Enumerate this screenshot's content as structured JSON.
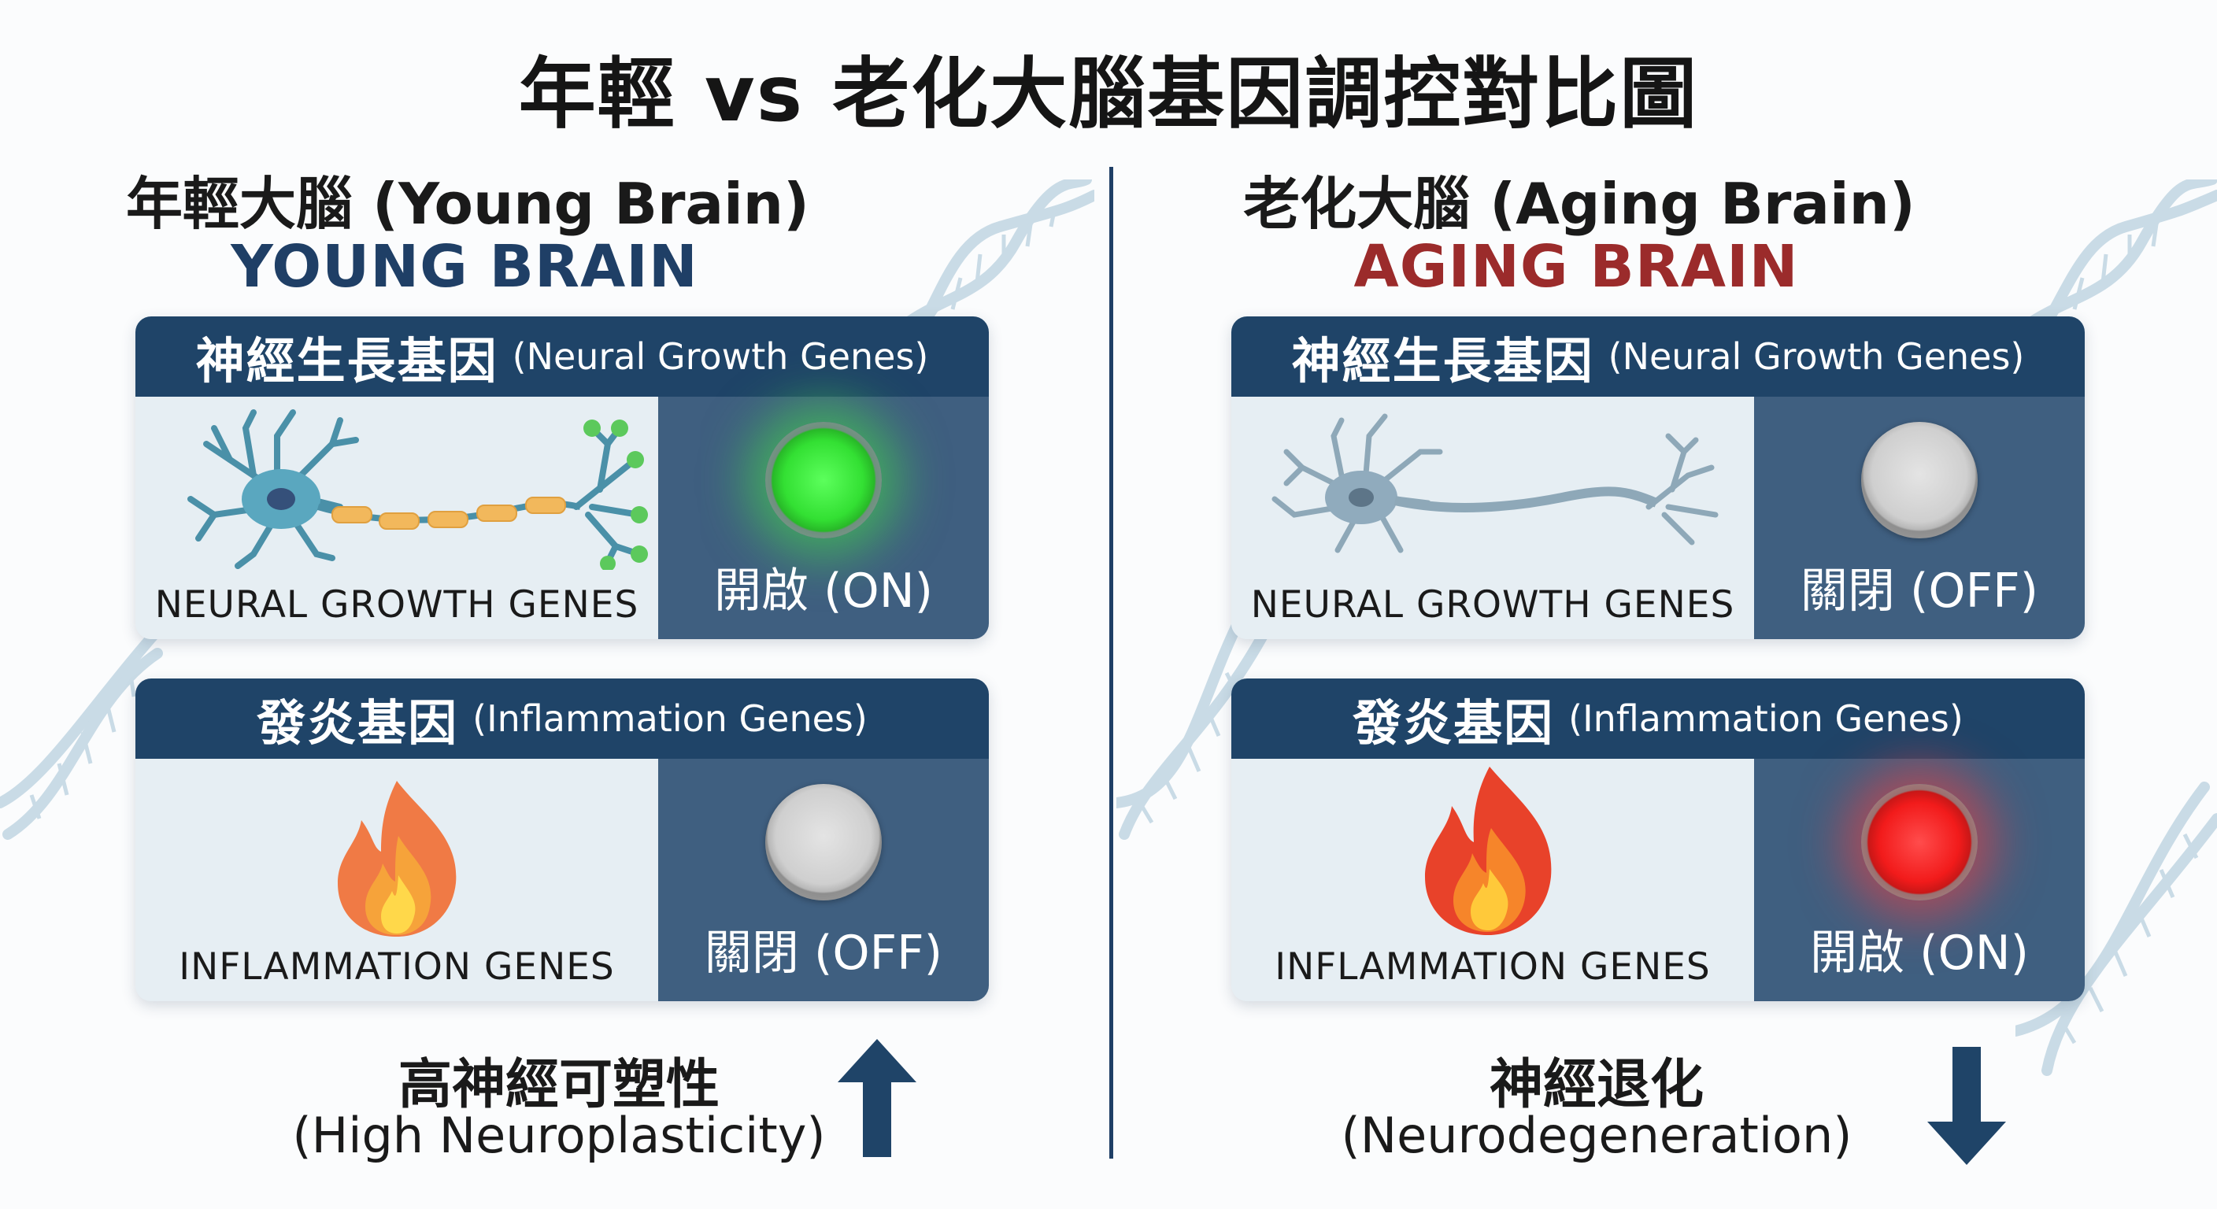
{
  "title": "年輕 vs 老化大腦基因調控對比圖",
  "young": {
    "heading": "年輕大腦 (Young Brain)",
    "english_heading": "YOUNG BRAIN",
    "neural_card": {
      "header_zh": "神經生長基因",
      "header_en": "(Neural Growth Genes)",
      "caption": "NEURAL GROWTH GENES",
      "status": "開啟 (ON)",
      "light": "green-on",
      "icon": "neuron-icon"
    },
    "inflammation_card": {
      "header_zh": "發炎基因",
      "header_en": "(Inflammation Genes)",
      "caption": "INFLAMMATION GENES",
      "status": "關閉 (OFF)",
      "light": "off",
      "icon": "flame-icon"
    },
    "outcome_zh": "高神經可塑性",
    "outcome_en": "(High Neuroplasticity)",
    "arrow": "up-arrow-icon"
  },
  "aging": {
    "heading": "老化大腦 (Aging Brain)",
    "english_heading": "AGING BRAIN",
    "neural_card": {
      "header_zh": "神經生長基因",
      "header_en": "(Neural Growth Genes)",
      "caption": "NEURAL GROWTH GENES",
      "status": "關閉 (OFF)",
      "light": "off",
      "icon": "neuron-icon"
    },
    "inflammation_card": {
      "header_zh": "發炎基因",
      "header_en": "(Inflammation Genes)",
      "caption": "INFLAMMATION GENES",
      "status": "開啟 (ON)",
      "light": "red-on",
      "icon": "flame-icon"
    },
    "outcome_zh": "神經退化",
    "outcome_en": "(Neurodegeneration)",
    "arrow": "down-arrow-icon"
  },
  "colors": {
    "navy": "#1f4468",
    "young_accent": "#1f3f66",
    "aging_accent": "#9b2b2b",
    "on_green": "#33e033",
    "on_red": "#f21b1b",
    "off_gray": "#cfcfcf"
  }
}
